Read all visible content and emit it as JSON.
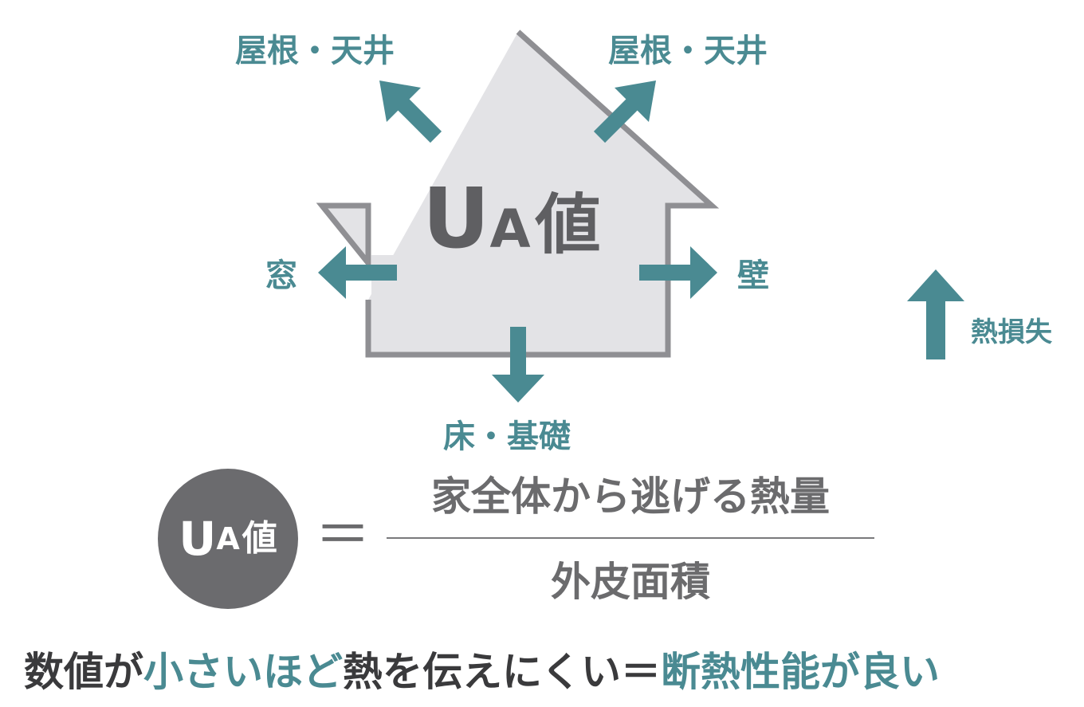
{
  "house": {
    "title_u": "U",
    "title_a": "A",
    "title_val": "値"
  },
  "labels": {
    "roof_left": "屋根・天井",
    "roof_right": "屋根・天井",
    "window": "窓",
    "wall": "壁",
    "floor": "床・基礎",
    "heat_loss": "熱損失"
  },
  "formula": {
    "circle_u": "U",
    "circle_a": "A",
    "circle_val": "値",
    "equals": "＝",
    "numerator": "家全体から逃げる熱量",
    "denominator": "外皮面積"
  },
  "summary": {
    "part1": "数値が",
    "part2": "小さいほど",
    "part3": "熱を伝えにくい＝",
    "part4": "断熱性能が良い"
  },
  "colors": {
    "teal": "#4a8a92",
    "house_fill": "#e3e3e6",
    "house_stroke": "#8f8f93",
    "circle_fill": "#6b6b6e",
    "text_gray": "#6b6b6d",
    "text_dark": "#3a3a3c"
  }
}
